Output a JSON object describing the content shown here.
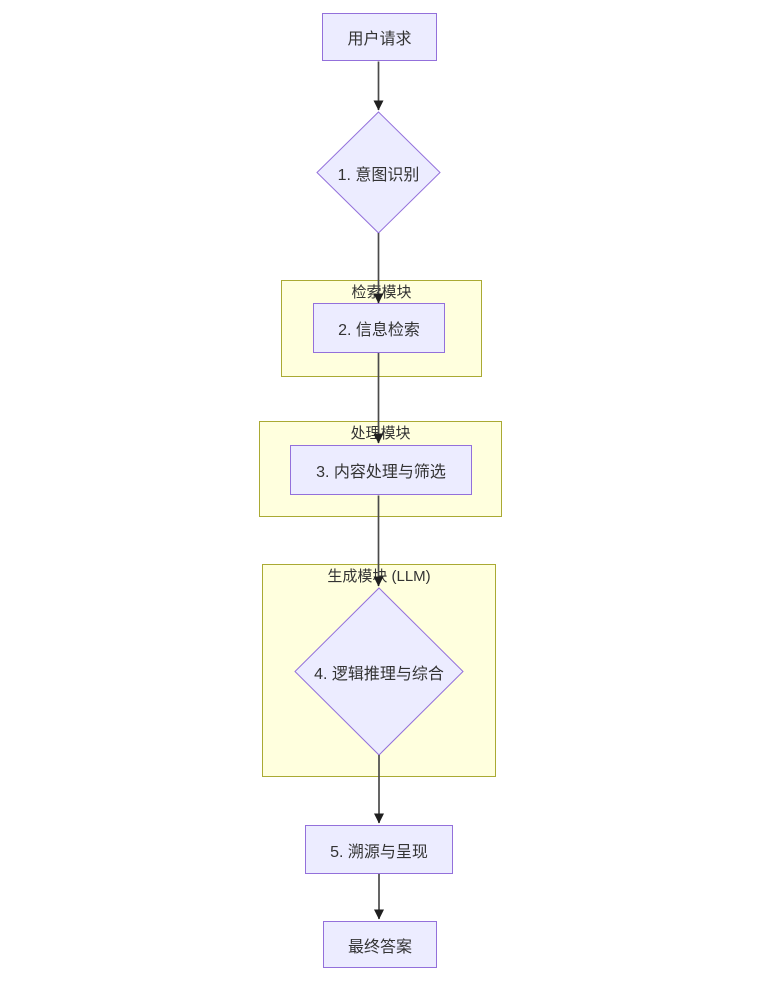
{
  "diagram": {
    "kind": "flowchart",
    "direction": "top-down",
    "colors": {
      "node_fill": "#ECECFF",
      "node_border": "#9370DB",
      "subgraph_fill": "#FFFFDE",
      "subgraph_border": "#AAAA33",
      "edge_line": "#4a4a4a",
      "arrowhead": "#1f1f1f",
      "text": "#333333"
    },
    "nodes": [
      {
        "id": "A",
        "label": "用户请求",
        "shape": "rect"
      },
      {
        "id": "B",
        "label": "1. 意图识别",
        "shape": "diamond"
      },
      {
        "id": "C",
        "label": "2. 信息检索",
        "shape": "rect"
      },
      {
        "id": "D",
        "label": "3. 内容处理与筛选",
        "shape": "rect"
      },
      {
        "id": "E",
        "label": "4. 逻辑推理与综合",
        "shape": "diamond"
      },
      {
        "id": "F",
        "label": "5. 溯源与呈现",
        "shape": "rect"
      },
      {
        "id": "G",
        "label": "最终答案",
        "shape": "rect"
      }
    ],
    "subgraphs": [
      {
        "title": "检索模块",
        "contains": [
          "2. 信息检索"
        ]
      },
      {
        "title": "处理模块",
        "contains": [
          "3. 内容处理与筛选"
        ]
      },
      {
        "title": "生成模块 (LLM)",
        "contains": [
          "4. 逻辑推理与综合"
        ]
      }
    ],
    "edges": [
      {
        "from": "用户请求",
        "to": "1. 意图识别"
      },
      {
        "from": "1. 意图识别",
        "to": "2. 信息检索"
      },
      {
        "from": "2. 信息检索",
        "to": "3. 内容处理与筛选"
      },
      {
        "from": "3. 内容处理与筛选",
        "to": "4. 逻辑推理与综合"
      },
      {
        "from": "4. 逻辑推理与综合",
        "to": "5. 溯源与呈现"
      },
      {
        "from": "5. 溯源与呈现",
        "to": "最终答案"
      }
    ]
  }
}
